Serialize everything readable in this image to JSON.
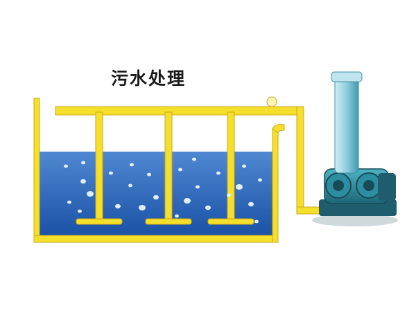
{
  "title": "污水处理",
  "colors": {
    "background": "#ffffff",
    "water_top": "#3f78c8",
    "water_bottom": "#1b52a6",
    "pipe_yellow": "#f5df2a",
    "pipe_outline": "#c8a81a",
    "blower_body": "#2c8ea0",
    "blower_dark": "#1f5d6e",
    "silencer": "#9fd3df"
  },
  "diffuser_count": 3,
  "icons": [
    "tank",
    "air-pipe",
    "diffuser",
    "blower",
    "silencer-stack",
    "air-bubbles"
  ]
}
